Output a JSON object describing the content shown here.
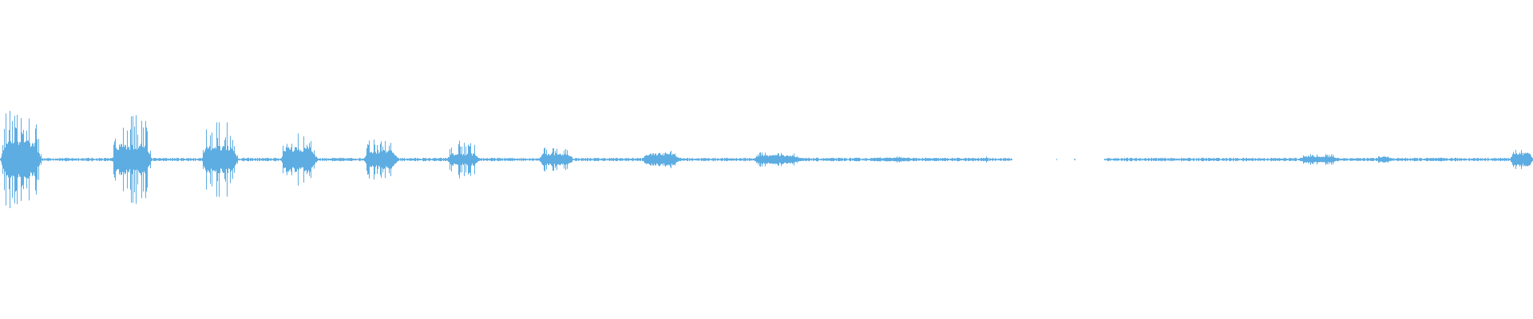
{
  "waveform": {
    "color": "#5DADE2",
    "bursts": [
      {
        "start": 0.0,
        "end": 0.027,
        "peak": 0.31,
        "body": 0.12
      },
      {
        "start": 0.073,
        "end": 0.099,
        "peak": 0.29,
        "body": 0.1
      },
      {
        "start": 0.131,
        "end": 0.155,
        "peak": 0.24,
        "body": 0.09
      },
      {
        "start": 0.183,
        "end": 0.207,
        "peak": 0.18,
        "body": 0.08
      },
      {
        "start": 0.237,
        "end": 0.26,
        "peak": 0.14,
        "body": 0.06
      },
      {
        "start": 0.291,
        "end": 0.313,
        "peak": 0.12,
        "body": 0.04
      },
      {
        "start": 0.351,
        "end": 0.374,
        "peak": 0.075,
        "body": 0.04
      },
      {
        "start": 0.419,
        "end": 0.444,
        "peak": 0.055,
        "body": 0.04
      },
      {
        "start": 0.491,
        "end": 0.523,
        "peak": 0.045,
        "body": 0.03
      },
      {
        "start": 0.568,
        "end": 0.596,
        "peak": 0.02,
        "body": 0.012
      },
      {
        "start": 0.641,
        "end": 0.645,
        "peak": 0.02,
        "body": 0.01
      },
      {
        "start": 0.847,
        "end": 0.874,
        "peak": 0.035,
        "body": 0.02
      },
      {
        "start": 0.898,
        "end": 0.907,
        "peak": 0.025,
        "body": 0.02
      },
      {
        "start": 0.985,
        "end": 1.0,
        "peak": 0.06,
        "body": 0.045
      }
    ],
    "silent_ranges": [
      [
        0.66,
        0.72
      ]
    ]
  }
}
